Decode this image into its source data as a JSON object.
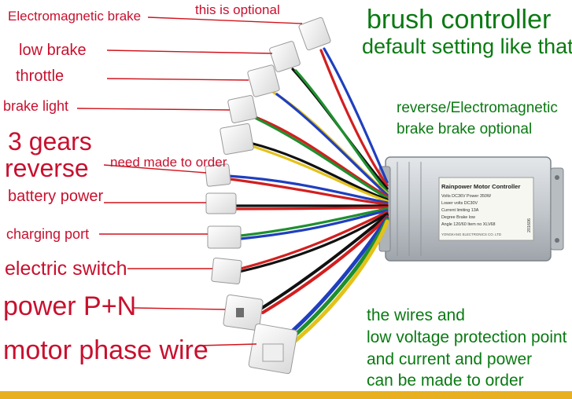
{
  "labels": {
    "electromagnetic_brake": "Electromagnetic brake",
    "optional_note": "this is optional",
    "low_brake": "low brake",
    "throttle": "throttle",
    "brake_light": "brake light",
    "three_gears": "3 gears",
    "reverse": "reverse",
    "need_made_to_order": "need made to order",
    "battery_power": "battery power",
    "charging_port": "charging port",
    "electric_switch": "electric switch",
    "power_pn": "power P+N",
    "motor_phase_wire": "motor phase wire"
  },
  "title": {
    "line1": "brush controller",
    "line2": "default setting like that"
  },
  "reverse_note": {
    "line1": "reverse/Electromagnetic",
    "line2": "brake brake optional"
  },
  "bottom_note": {
    "line1": "the wires and",
    "line2": "low voltage protection point",
    "line3": "and current and power",
    "line4": "can be made to order"
  },
  "controller_label": {
    "title": "Rainpower Motor Controller",
    "line1": "Volts DC36V   Power 350W",
    "line2": "Lower volts DC30V",
    "line3": "Current limiting 13A",
    "line4": "Degree Brake low",
    "line5": "Angle 120/60  Item no XLV68",
    "footer": "YONGKANG ELECTRONICS CO. LTD",
    "side": "201606"
  },
  "colors": {
    "label_red": "#c8102e",
    "title_green": "#0a7a12",
    "housing": "#c9ced3",
    "accent_bar": "#e8b020"
  }
}
